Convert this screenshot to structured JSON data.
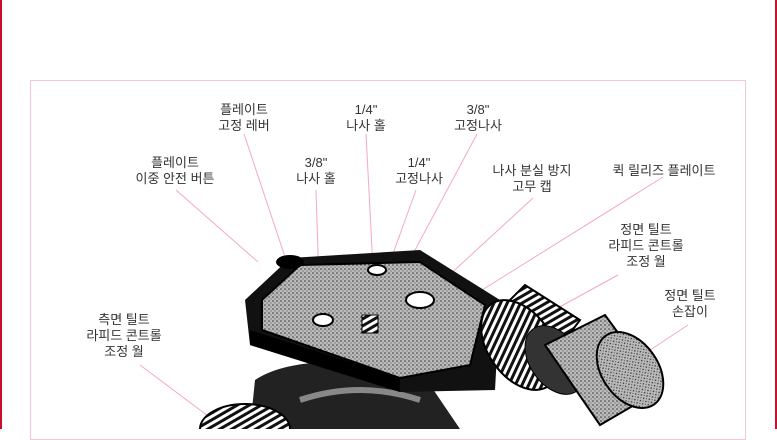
{
  "colors": {
    "edge": "#c8102e",
    "leader": "#f4a9c0",
    "frame": "#f7c6d6"
  },
  "labels": {
    "plate_safety_button": [
      "플레이트",
      "이중 안전 버튼"
    ],
    "plate_lock_lever": [
      "플레이트",
      "고정 레버"
    ],
    "hole_3_8": [
      "3/8\"",
      "나사 홀"
    ],
    "hole_1_4": [
      "1/4\"",
      "나사 홀"
    ],
    "screw_3_8": [
      "3/8\"",
      "고정나사"
    ],
    "screw_1_4": [
      "1/4\"",
      "고정나사"
    ],
    "rubber_cap": [
      "나사 분실 방지",
      "고무 캡"
    ],
    "quick_release_plate": [
      "퀵 릴리즈 플레이트"
    ],
    "front_tilt_wheel": [
      "정면 틸트",
      "라피드 콘트롤",
      "조정 월"
    ],
    "front_tilt_handle": [
      "정면 틸트",
      "손잡이"
    ],
    "side_tilt_wheel": [
      "측면 틸트",
      "라피드 콘트롤",
      "조정 월"
    ]
  }
}
